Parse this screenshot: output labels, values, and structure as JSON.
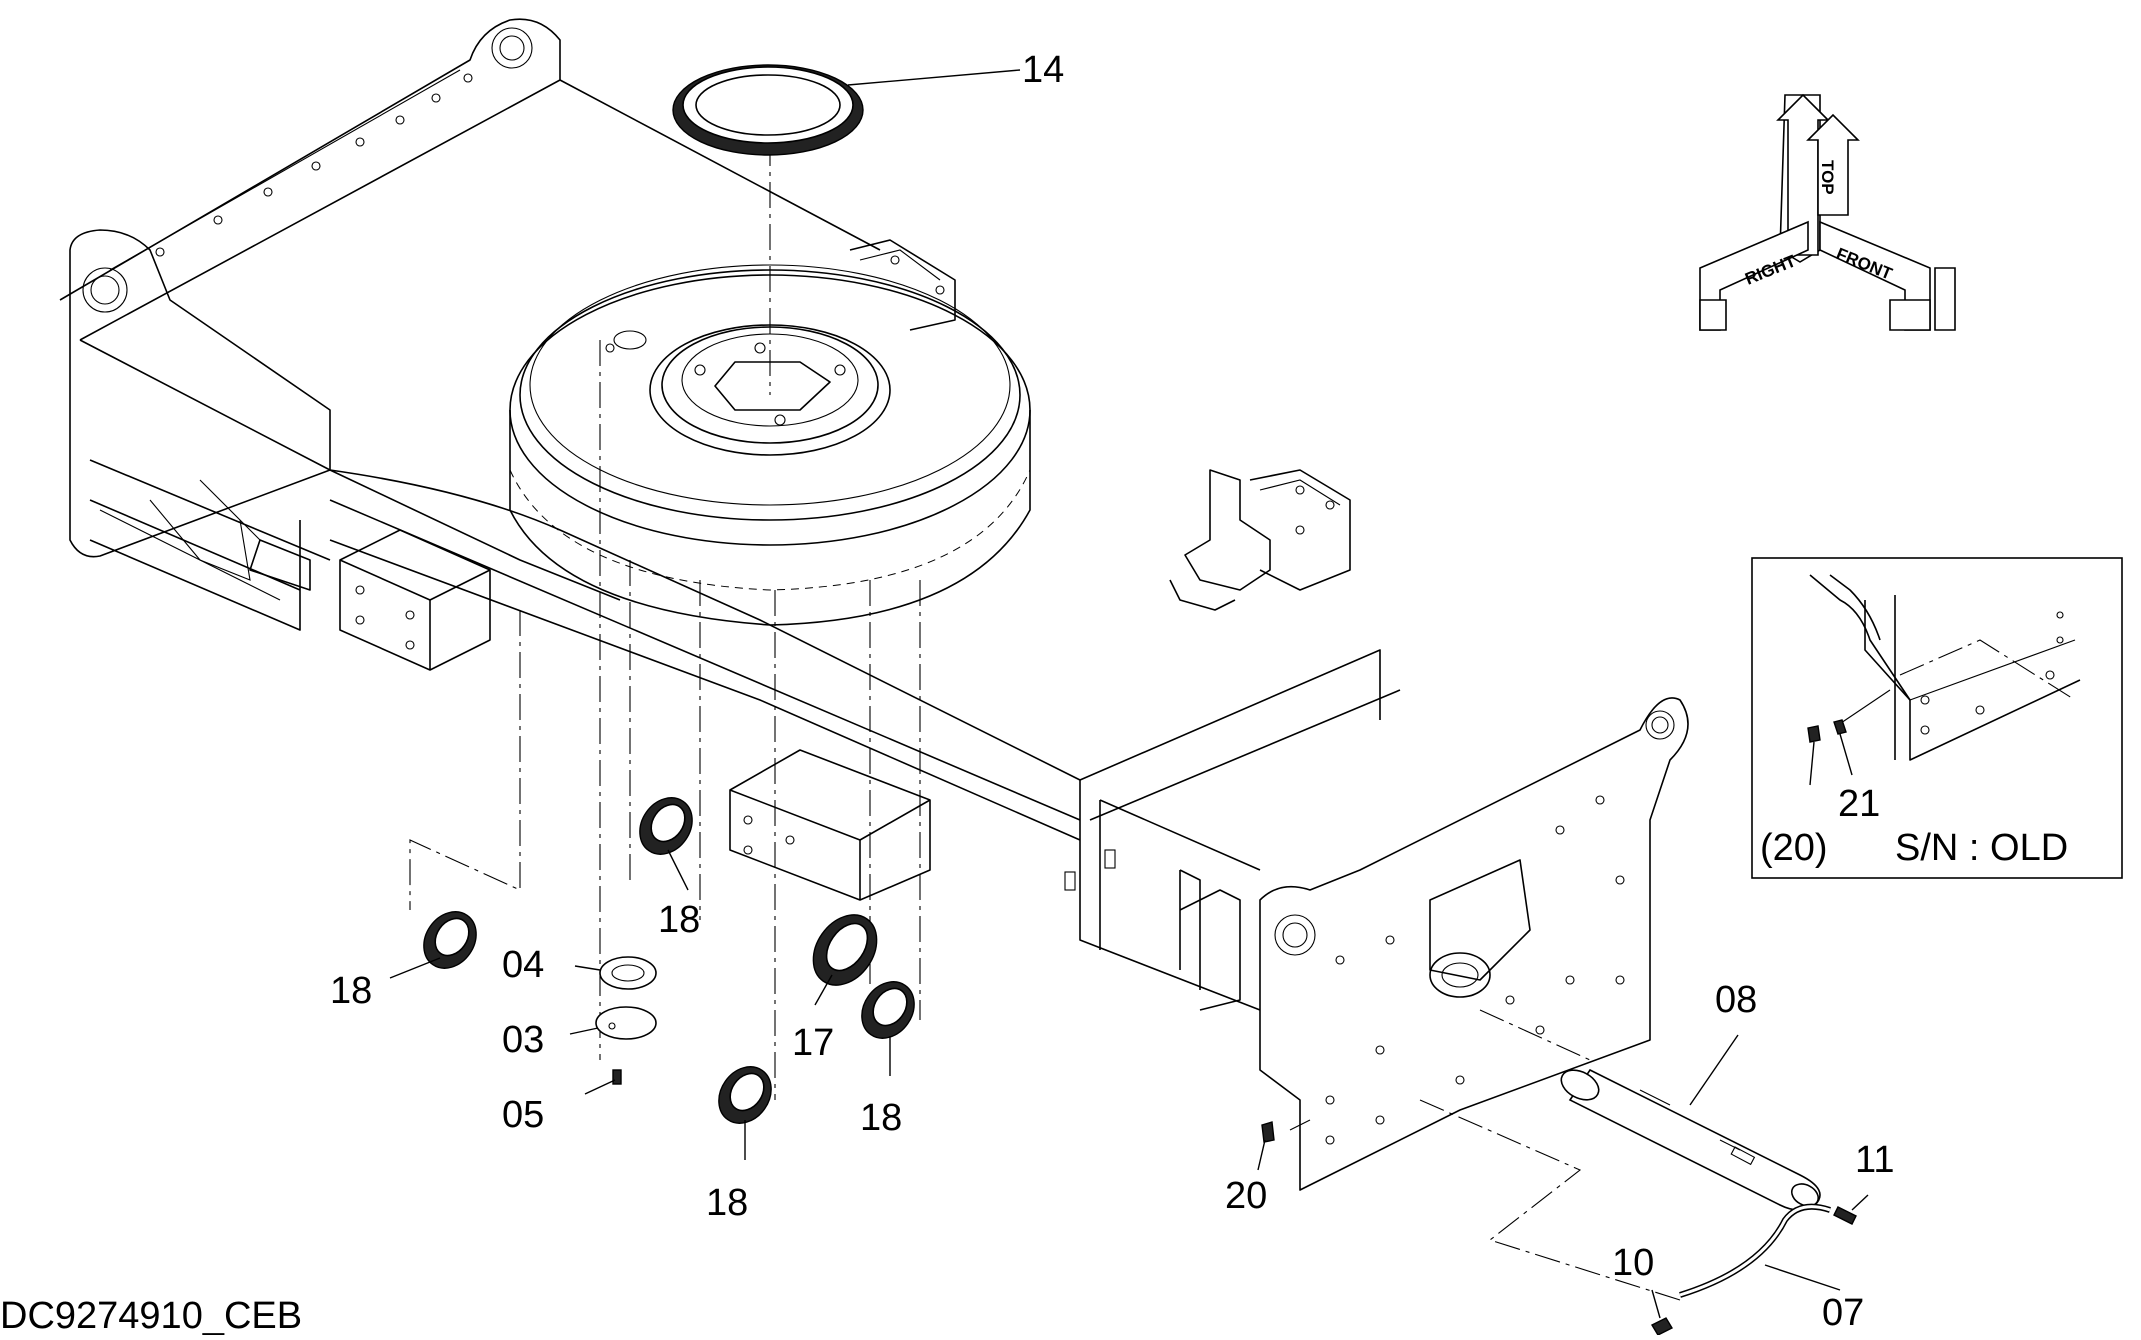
{
  "drawing_code": "DC9274910_CEB",
  "callouts": [
    {
      "id": "c14",
      "text": "14"
    },
    {
      "id": "c18a",
      "text": "18"
    },
    {
      "id": "c18b",
      "text": "18"
    },
    {
      "id": "c18c",
      "text": "18"
    },
    {
      "id": "c18d",
      "text": "18"
    },
    {
      "id": "c04",
      "text": "04"
    },
    {
      "id": "c03",
      "text": "03"
    },
    {
      "id": "c05",
      "text": "05"
    },
    {
      "id": "c17",
      "text": "17"
    },
    {
      "id": "c20",
      "text": "20"
    },
    {
      "id": "c08",
      "text": "08"
    },
    {
      "id": "c11",
      "text": "11"
    },
    {
      "id": "c10",
      "text": "10"
    },
    {
      "id": "c07",
      "text": "07"
    }
  ],
  "inset": {
    "callout_21": "21",
    "callout_20": "(20)",
    "serial_label": "S/N : OLD"
  },
  "orientation": {
    "top_label": "TOP",
    "right_label": "RIGHT",
    "front_label": "FRONT"
  }
}
